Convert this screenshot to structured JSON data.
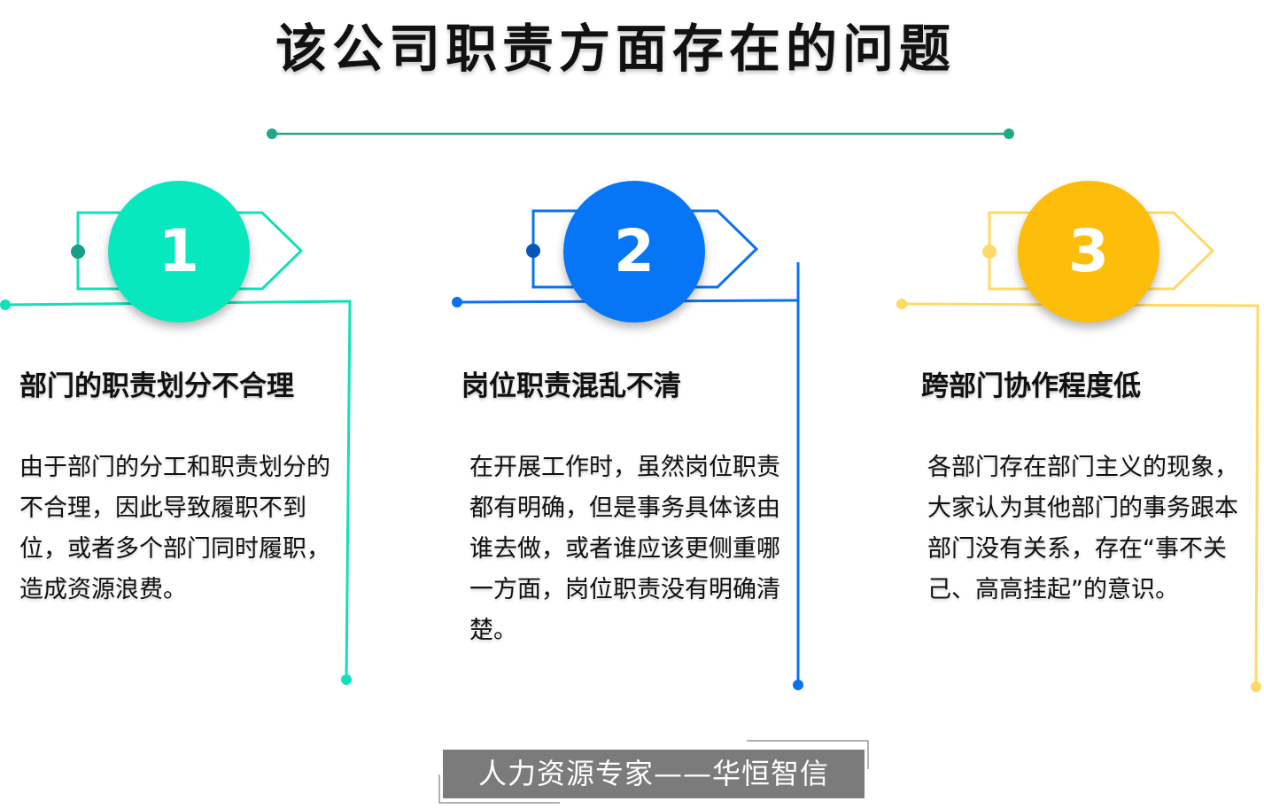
{
  "title": "该公司职责方面存在的问题",
  "colors": {
    "green": "#12e0b8",
    "blue": "#0a72f2",
    "yellow": "#ffc20e",
    "teal_line": "#20a88a"
  },
  "items": [
    {
      "number": "1",
      "heading": "部门的职责划分不合理",
      "body": "由于部门的分工和职责划分的不合理，因此导致履职不到位，或者多个部门同时履职，造成资源浪费。"
    },
    {
      "number": "2",
      "heading": "岗位职责混乱不清",
      "body": "在开展工作时，虽然岗位职责都有明确，但是事务具体该由谁去做，或者谁应该更侧重哪一方面，岗位职责没有明确清楚。"
    },
    {
      "number": "3",
      "heading": "跨部门协作程度低",
      "body": "各部门存在部门主义的现象，大家认为其他部门的事务跟本部门没有关系，存在“事不关己、高高挂起”的意识。"
    }
  ],
  "footer": "人力资源专家——华恒智信"
}
